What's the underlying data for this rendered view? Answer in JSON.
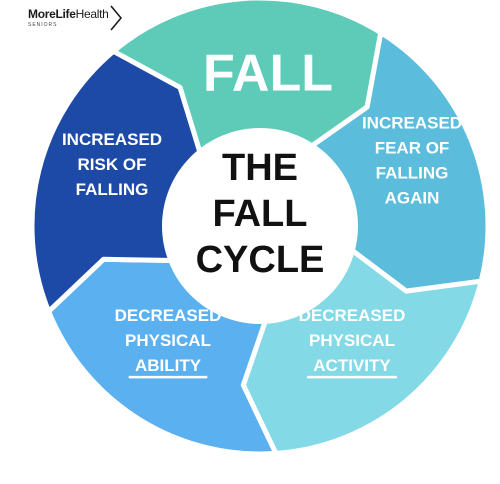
{
  "logo": {
    "name_bold": "MoreLife",
    "name_light": "Health",
    "subtitle": "SENIORS"
  },
  "center": {
    "lines": [
      "THE",
      "FALL",
      "CYCLE"
    ]
  },
  "segments": [
    {
      "id": "fall",
      "lines": [
        "FALL"
      ],
      "color": "#5ecbb8"
    },
    {
      "id": "fear",
      "lines": [
        "INCREASED",
        "FEAR OF",
        "FALLING",
        "AGAIN"
      ],
      "color": "#5bbcdb"
    },
    {
      "id": "activity",
      "lines": [
        "DECREASED",
        "PHYSICAL",
        "ACTIVITY"
      ],
      "color": "#83d9e6",
      "underline_last": true
    },
    {
      "id": "ability",
      "lines": [
        "DECREASED",
        "PHYSICAL",
        "ABILITY"
      ],
      "color": "#5bb1f0",
      "underline_last": true
    },
    {
      "id": "risk",
      "lines": [
        "INCREASED",
        "RISK OF",
        "FALLING"
      ],
      "color": "#1e4aa7"
    }
  ]
}
